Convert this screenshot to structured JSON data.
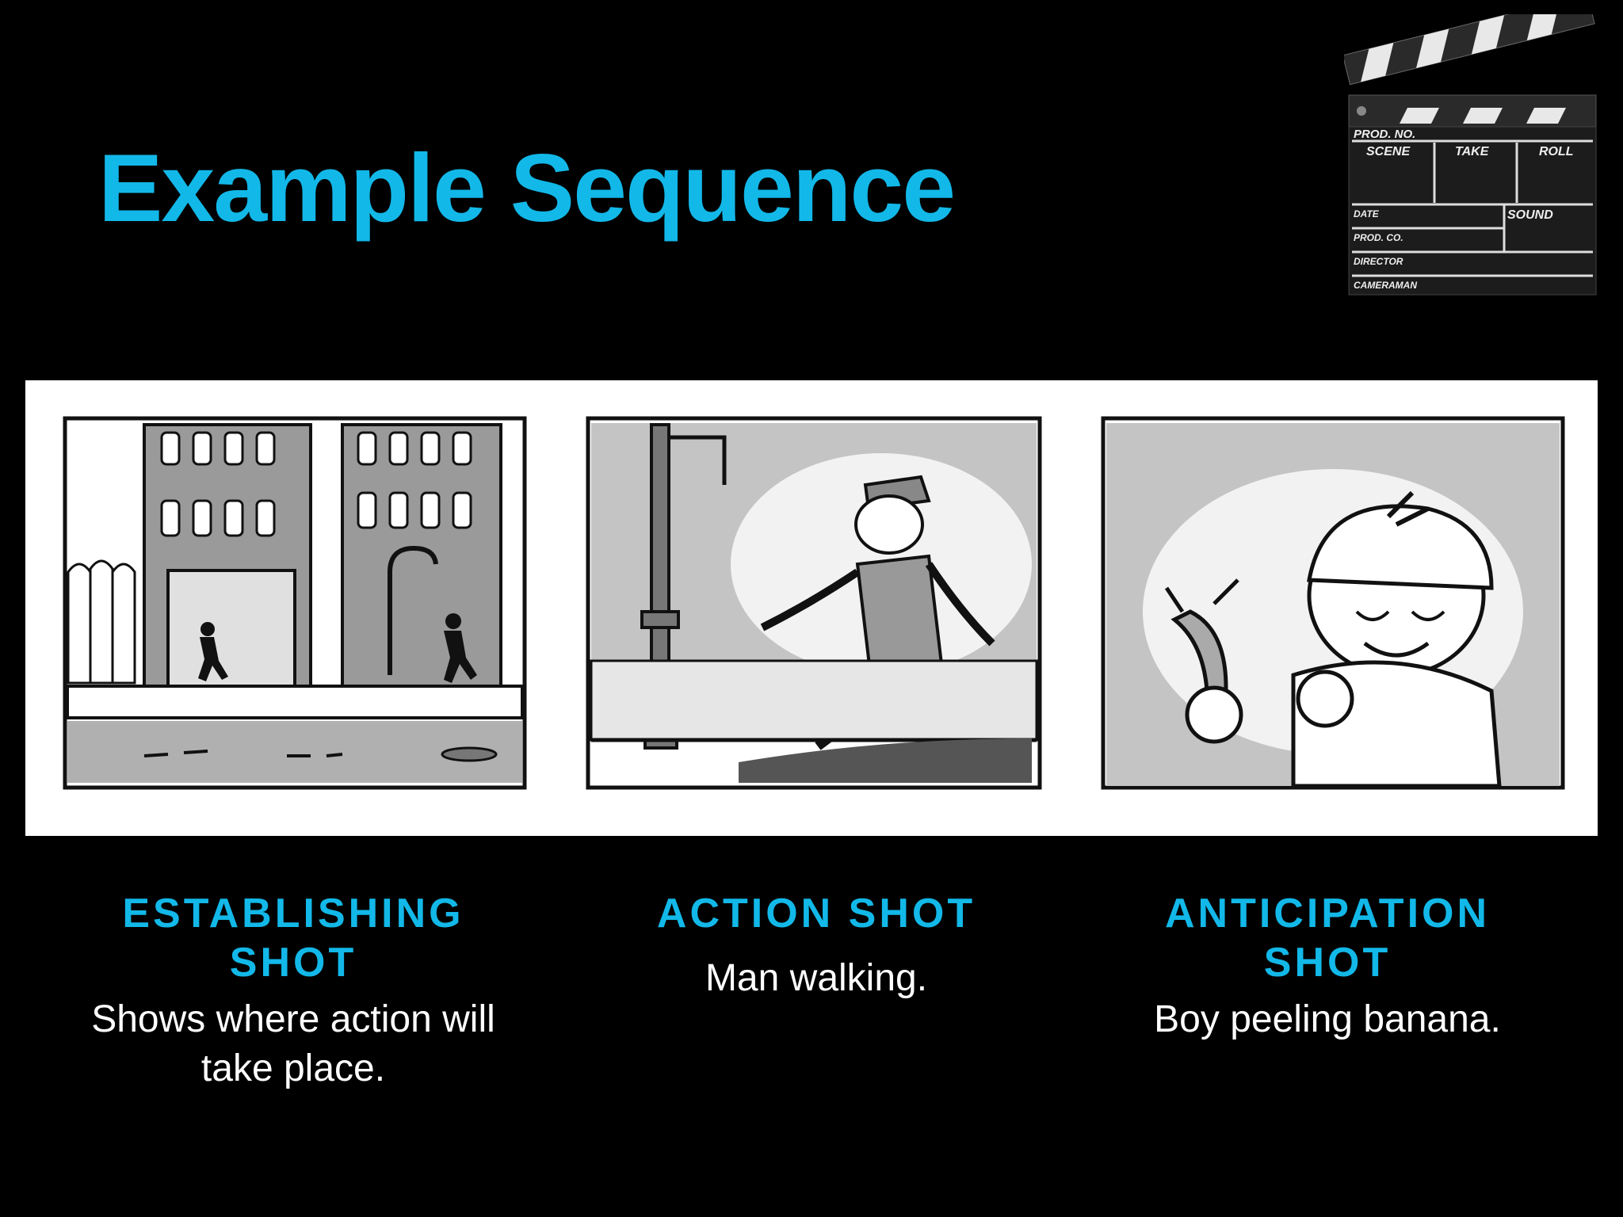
{
  "slide": {
    "title": "Example Sequence"
  },
  "clapperboard": {
    "labels": {
      "prod_no": "PROD. NO.",
      "scene": "SCENE",
      "take": "TAKE",
      "roll": "ROLL",
      "date": "DATE",
      "sound": "SOUND",
      "prod_co": "PROD. CO.",
      "director": "DIRECTOR",
      "cameraman": "CAMERAMAN"
    }
  },
  "shots": [
    {
      "title_lines": [
        "ESTABLISHING",
        "SHOT"
      ],
      "description_lines": [
        "Shows where action will",
        "take place."
      ]
    },
    {
      "title_lines": [
        "ACTION SHOT"
      ],
      "description_lines": [
        "Man walking."
      ]
    },
    {
      "title_lines": [
        "ANTICIPATION",
        "SHOT"
      ],
      "description_lines": [
        "Boy peeling banana."
      ]
    }
  ],
  "colors": {
    "accent": "#12b8e8",
    "background": "#000000",
    "text": "#ffffff"
  }
}
